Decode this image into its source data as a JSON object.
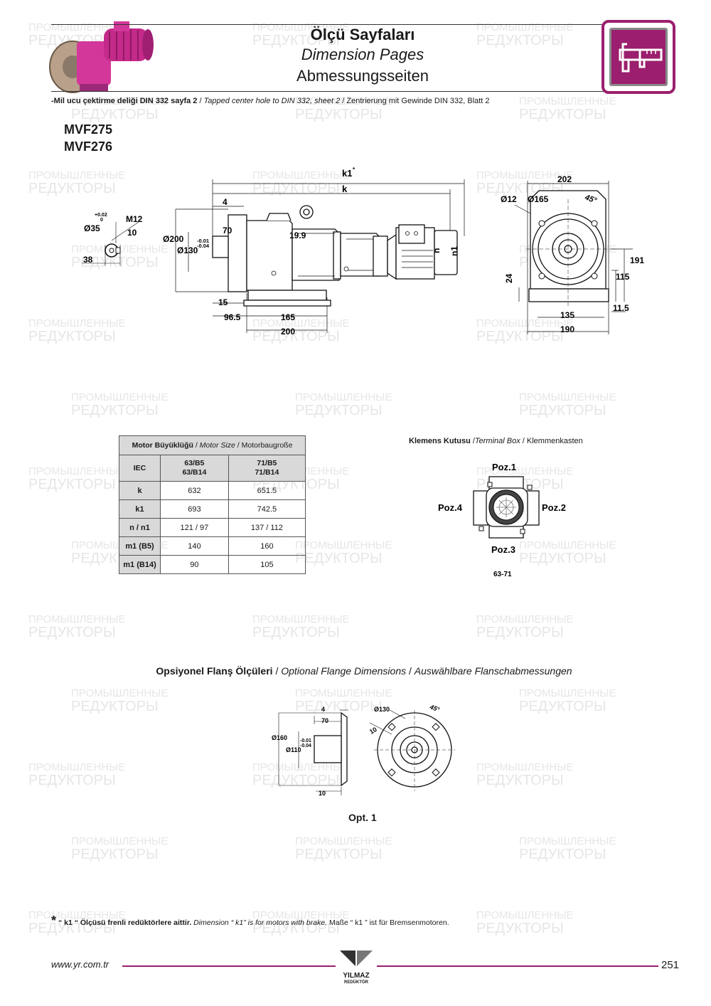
{
  "header": {
    "title_tr": "Ölçü Sayfaları",
    "title_en": "Dimension Pages",
    "title_de": "Abmessungsseiten"
  },
  "subnote": {
    "tr": "-Mil ucu çektirme deliği DIN 332 sayfa 2",
    "sep1": " / ",
    "en": "Tapped center hole to DIN 332, sheet 2",
    "sep2": " / ",
    "de": "Zentrierung mit Gewinde DIN 332, Blatt 2"
  },
  "models": [
    "MVF275",
    "MVF276"
  ],
  "side_view": {
    "k1": "k1",
    "k1_star": "*",
    "k": "k",
    "dim_4": "4",
    "dim_70": "70",
    "dim_19_9": "19.9",
    "dia_200": "Ø200",
    "dia_130": "Ø130",
    "tol_upper": "-0.01",
    "tol_lower": "-0.04",
    "dim_15": "15",
    "dim_96_5": "96.5",
    "dim_165": "165",
    "dim_200": "200",
    "n": "n",
    "n1": "n1"
  },
  "shaft_view": {
    "tol_upper": "+0.02",
    "tol_lower": "0",
    "dia_35": "Ø35",
    "m12": "M12",
    "dim_10": "10",
    "dim_38": "38"
  },
  "end_view": {
    "dim_202": "202",
    "dia_12": "Ø12",
    "dia_165": "Ø165",
    "angle_45": "45°",
    "dim_191": "191",
    "dim_115": "115",
    "dim_24": "24",
    "dim_135": "135",
    "dim_11_5": "11.5",
    "dim_190": "190"
  },
  "table": {
    "header_tr": "Motor Büyüklüğü",
    "header_sep1": " / ",
    "header_en": "Motor Size",
    "header_sep2": " / ",
    "header_de": "Motorbaugroße",
    "iec_label": "IEC",
    "col1_a": "63/B5",
    "col1_b": "63/B14",
    "col2_a": "71/B5",
    "col2_b": "71/B14",
    "rows": [
      {
        "label": "k",
        "v1": "632",
        "v2": "651.5"
      },
      {
        "label": "k1",
        "v1": "693",
        "v2": "742.5"
      },
      {
        "label": "n / n1",
        "v1": "121 / 97",
        "v2": "137 / 112"
      },
      {
        "label": "m1 (B5)",
        "v1": "140",
        "v2": "160"
      },
      {
        "label": "m1 (B14)",
        "v1": "90",
        "v2": "105"
      }
    ]
  },
  "terminal_box": {
    "title_tr": "Klemens Kutusu",
    "title_en": "Terminal Box",
    "title_de": "Klemmenkasten",
    "sep": " /",
    "sep2": " / ",
    "poz1": "Poz.1",
    "poz2": "Poz.2",
    "poz3": "Poz.3",
    "poz4": "Poz.4",
    "size": "63-71"
  },
  "flange": {
    "title_tr": "Opsiyonel Flanş Ölçüleri",
    "sep": " / ",
    "title_en": "Optional Flange Dimensions",
    "title_de": "Auswählbare Flanschabmessungen",
    "dim_4": "4",
    "dim_70": "70",
    "dia_160": "Ø160",
    "dia_110": "Ø110",
    "tol_upper": "-0.01",
    "tol_lower": "-0.04",
    "dim_10": "10",
    "dia_130": "Ø130",
    "angle_45": "45°",
    "dim_10b": "10",
    "option": "Opt. 1"
  },
  "footnote": {
    "star": "*",
    "tr": "“ k1 “ Ölçüsü frenli redüktörlere aittir.",
    "en": "Dimension “ k1” is for motors with brake.",
    "de": "Maße “ k1 ” ist für Bremsenmotoren."
  },
  "footer": {
    "url": "www.yr.com.tr",
    "brand": "YILMAZ",
    "brand_sub": "REDÜKTÖR",
    "page": "251"
  },
  "watermark": {
    "line1": "ПРОМЫШЛЕННЫЕ",
    "line2": "РЕДУКТОРЫ"
  },
  "colors": {
    "accent": "#9b1f6e",
    "motor_pink": "#d4379a",
    "text": "#1a1a1a",
    "table_fill": "#d9d9d9"
  }
}
